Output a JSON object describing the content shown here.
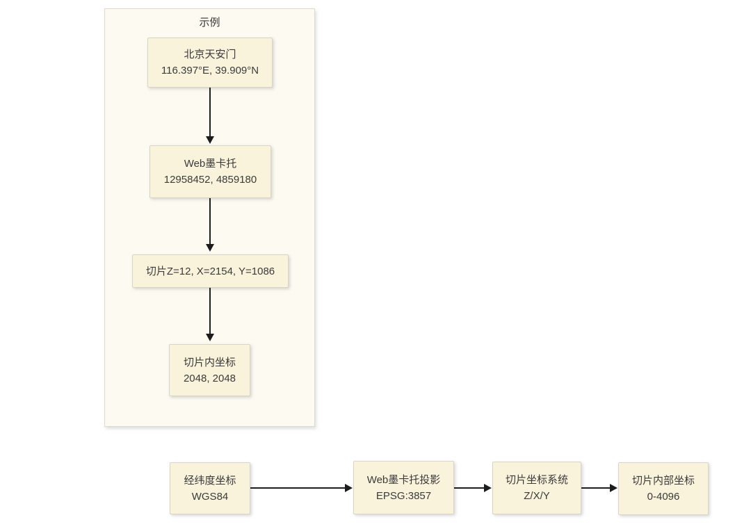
{
  "diagram": {
    "example": {
      "title": "示例",
      "nodes": [
        {
          "name": "beijing-tiananmen",
          "line1": "北京天安门",
          "line2": "116.397°E, 39.909°N"
        },
        {
          "name": "web-mercator-value",
          "line1": "Web墨卡托",
          "line2": "12958452, 4859180"
        },
        {
          "name": "tile-zxy-value",
          "line1": "切片Z=12, X=2154, Y=1086"
        },
        {
          "name": "in-tile-coordinate-value",
          "line1": "切片内坐标",
          "line2": "2048, 2048"
        }
      ]
    },
    "pipeline": {
      "nodes": [
        {
          "name": "latlon-coordinate",
          "line1": "经纬度坐标",
          "line2": "WGS84"
        },
        {
          "name": "web-mercator-projection",
          "line1": "Web墨卡托投影",
          "line2": "EPSG:3857"
        },
        {
          "name": "tile-coordinate-system",
          "line1": "切片坐标系统",
          "line2": "Z/X/Y"
        },
        {
          "name": "tile-internal-coordinate",
          "line1": "切片内部坐标",
          "line2": "0-4096"
        }
      ]
    },
    "colors": {
      "node_fill": "#FAF3DC",
      "node_border": "#D8D4C8",
      "group_fill": "#FDFBF1",
      "group_border": "#DDDACB",
      "arrow": "#1C1C1C",
      "text": "#3A3A3A"
    }
  }
}
